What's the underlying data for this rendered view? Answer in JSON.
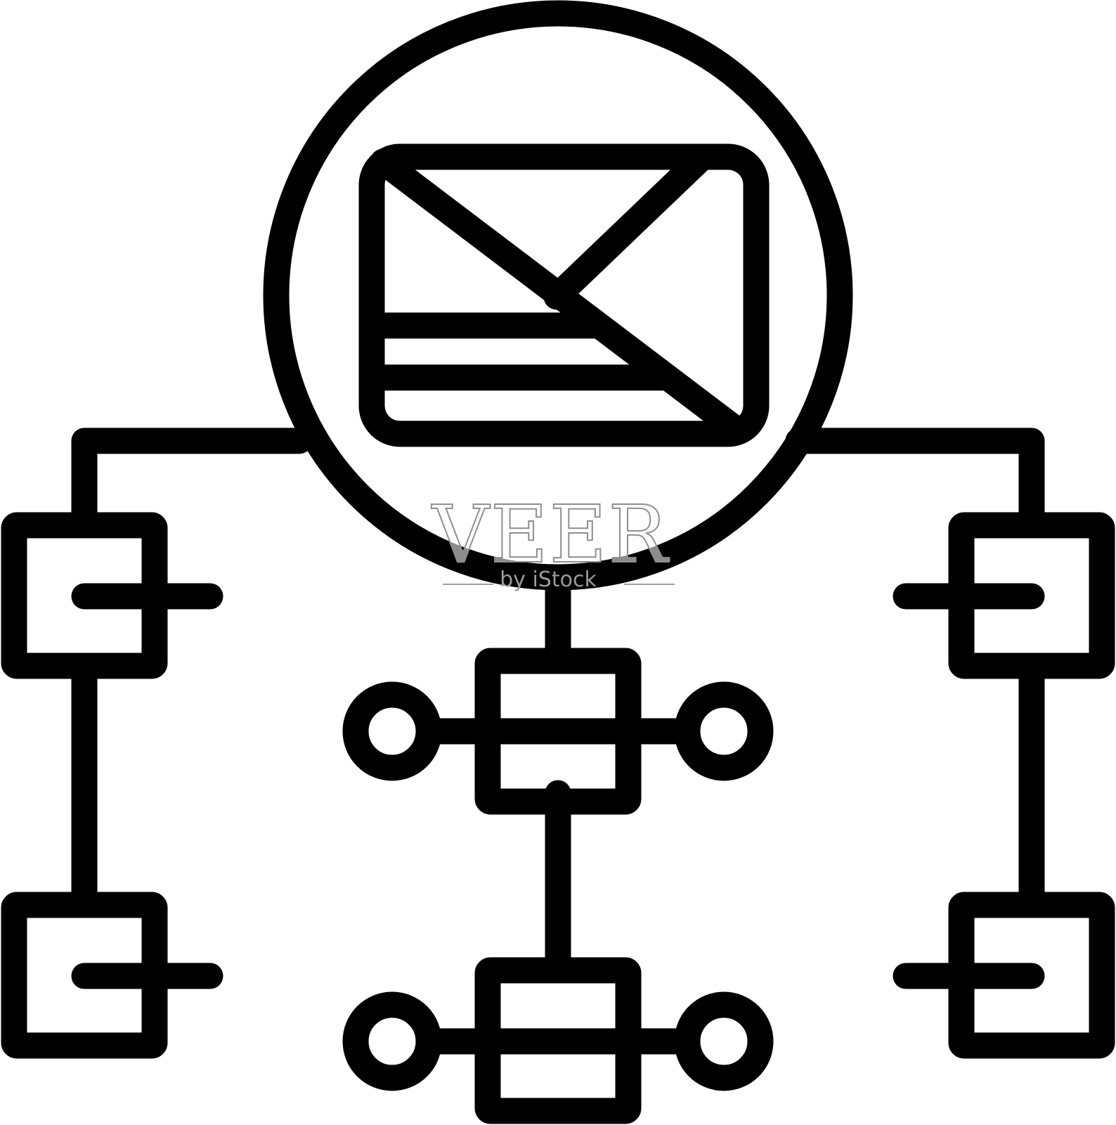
{
  "diagram": {
    "kind": "line icon",
    "subject": "email-icon",
    "stroke_color": "#000000",
    "background_color": "#ffffff",
    "nodes": [
      {
        "name": "email-hub-circle"
      },
      {
        "name": "left-top-box"
      },
      {
        "name": "left-bottom-box"
      },
      {
        "name": "right-top-box"
      },
      {
        "name": "right-bottom-box"
      },
      {
        "name": "center-top-box"
      },
      {
        "name": "center-bottom-box"
      }
    ]
  },
  "watermark": {
    "brand": "VEER",
    "tagline": "by iStock",
    "color": "#8f8f8f"
  }
}
